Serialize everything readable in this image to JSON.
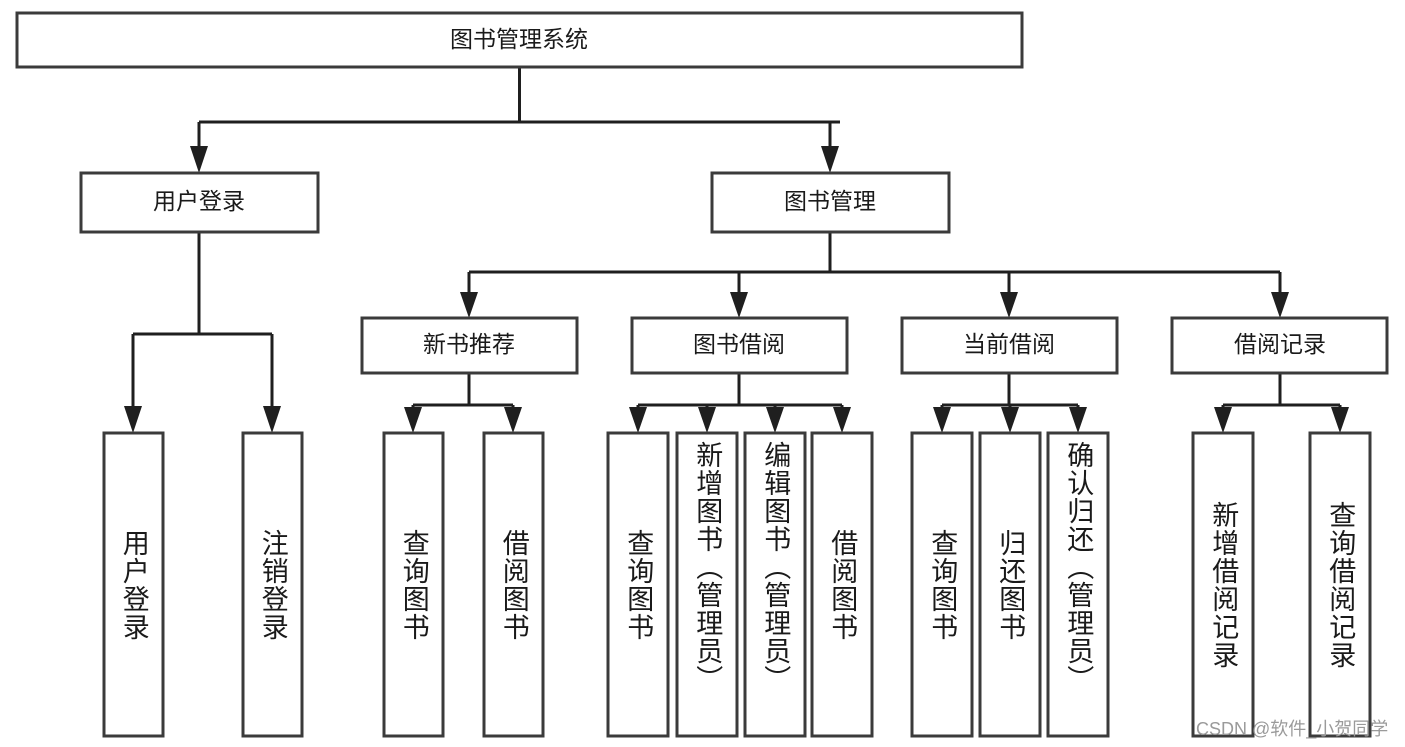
{
  "diagram": {
    "title": "图书管理系统",
    "type": "tree-hierarchy-chart",
    "root": {
      "label": "图书管理系统"
    },
    "level2": [
      {
        "label": "用户登录"
      },
      {
        "label": "图书管理"
      }
    ],
    "level3": [
      {
        "label": "新书推荐"
      },
      {
        "label": "图书借阅"
      },
      {
        "label": "当前借阅"
      },
      {
        "label": "借阅记录"
      }
    ],
    "leaves": {
      "user_login": [
        {
          "label": "用户登录"
        },
        {
          "label": "注销登录"
        }
      ],
      "new_book_recommend": [
        {
          "label": "查询图书"
        },
        {
          "label": "借阅图书"
        }
      ],
      "book_borrow": [
        {
          "label": "查询图书"
        },
        {
          "label": "新增图书（管理员）"
        },
        {
          "label": "编辑图书（管理员）"
        },
        {
          "label": "借阅图书"
        }
      ],
      "current_borrow": [
        {
          "label": "查询图书"
        },
        {
          "label": "归还图书"
        },
        {
          "label": "确认归还（管理员）"
        }
      ],
      "borrow_record": [
        {
          "label": "新增借阅记录"
        },
        {
          "label": "查询借阅记录"
        }
      ]
    },
    "watermark": "CSDN @软件_小贺同学",
    "colors": {
      "background": "#ffffff",
      "node_fill": "#ffffff",
      "node_stroke": "#3b3b3b",
      "connector": "#1f1f1f",
      "text": "#1a1a1a",
      "watermark": "#9a9a9a"
    }
  }
}
